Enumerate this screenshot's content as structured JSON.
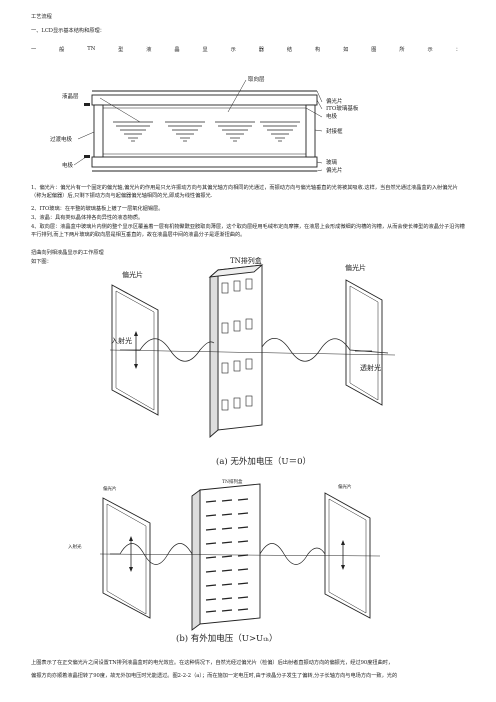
{
  "heading": "工艺流程",
  "section1": "一、LCD显示基本结构和原理：",
  "intro_line": [
    "一",
    "般",
    "TN",
    "型",
    "液",
    "晶",
    "显",
    "示",
    "器",
    "结",
    "构",
    "如",
    "图",
    "所",
    "示",
    "："
  ],
  "fig1": {
    "labels": {
      "alignment": "取向层",
      "lc_layer": "液晶层",
      "polarizer_top": "偏光片",
      "ito_glass": "ITO玻璃基板",
      "electrode": "电极",
      "sealant": "封接框",
      "transition": "过渡电极",
      "electrode_left": "电极",
      "glass": "玻璃",
      "polarizer_bottom": "偏光片"
    }
  },
  "paragraphs": [
    "1、偏光片：偏光片有一个固定的偏光轴,偏光片的作用是只允许振动方向与其偏光轴方向相同的光通过，而振动方向与偏光轴垂直的光将被其吸收.这样，当自然光通过液晶盒的入射偏光片（称为起偏器）后,只剩下振动方向与起偏器偏光轴相同的光,即成为线性偏振光.",
    "2、ITO玻璃：在平整的玻璃基板上镀了一层氧化铟锡层。",
    "3、液晶：具有类似晶体排各向异性的液态物质。",
    "4、取向层：液晶盒中玻璃片内侧的整个显示区覆盖着一层有机物聚酰亚胺取向薄层，这个取向层经用毛绒布定向摩擦，在液层上会形成微细的沟槽的沟槽，从而会使长棒型的液晶分子沿沟槽平行排列,而上下两片玻璃的取向层是相互垂直的，故在液晶层中间的液晶分子是逐渐扭曲的。",
    "扭曲向列相液晶显示的工作原理",
    "如下图："
  ],
  "fig2": {
    "polarizer_left": "偏光片",
    "cell": "TN排列盒",
    "polarizer_right": "偏光片",
    "incident": "入射光",
    "transmitted": "透射光",
    "caption": "(a)  无外加电压（U＝0）"
  },
  "fig3": {
    "polarizer_left": "偏光片",
    "cell": "TN排列盒",
    "polarizer_right": "偏光片",
    "incident": "入射光",
    "caption": "(b)  有外加电压（U>Uₜₕ）"
  },
  "bottom_text": [
    "上图表示了在正交偏光片之间设置TN排列液晶盒时的电光效应。在这种情况下，自然光经过偏光片（检偏）后出射者直振动方向的偏振光，经过90度扭曲时，",
    "偏振方向亦顺着液晶扭转了90度，故无外加电压时光能透过。图2-2-2（a）；而在施加一定电压时,由于液晶分子发生了偏转,分子长轴方向与电场方向一致，光的"
  ]
}
